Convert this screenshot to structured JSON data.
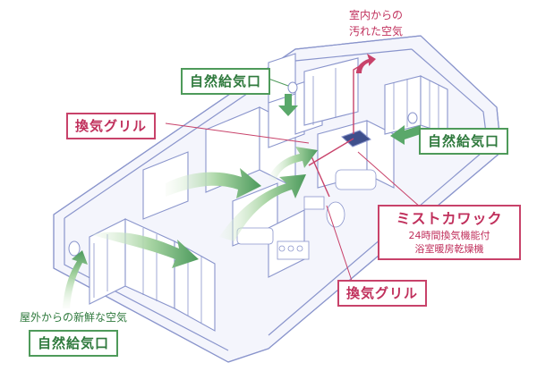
{
  "labels": {
    "natural_supply_top": "自然給気口",
    "natural_supply_right": "自然給気口",
    "natural_supply_bottom": "自然給気口",
    "exhaust_grill_upper": "換気グリル",
    "exhaust_grill_lower": "換気グリル",
    "indoor_dirty_air_line1": "室内からの",
    "indoor_dirty_air_line2": "汚れた空気",
    "outdoor_fresh_air": "屋外からの新鮮な空気",
    "mist_kawakku": "ミストカワック",
    "mist_kawakku_sub1": "24時間換気機能付",
    "mist_kawakku_sub2": "浴室暖房乾燥機"
  },
  "colors": {
    "line": "#8a95cc",
    "floor": "#eef0fb",
    "wall_fill": "#ffffff",
    "green_arrow": "#5aa86a",
    "green_arrow_light": "#dcefd8",
    "red": "#c8426a",
    "green_text": "#2f7a3d"
  }
}
